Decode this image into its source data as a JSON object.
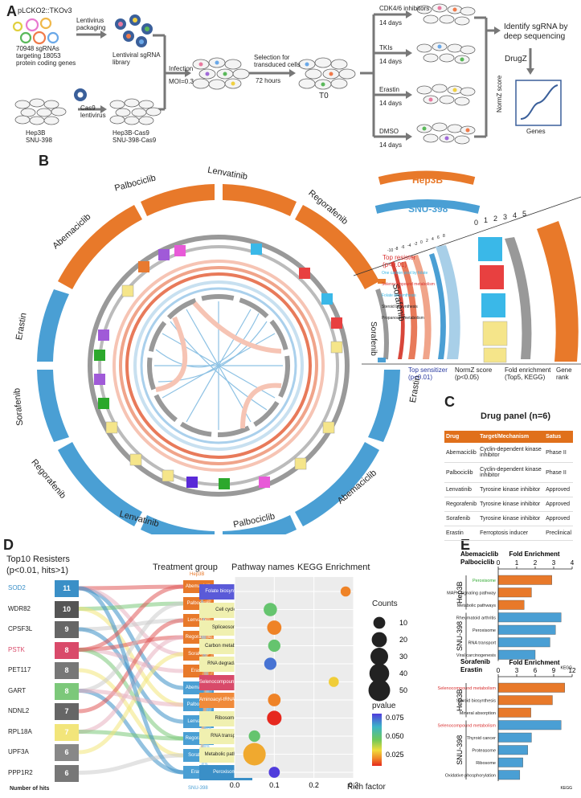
{
  "panel_labels": {
    "a": "A",
    "b": "B",
    "c": "C",
    "d": "D",
    "e": "E"
  },
  "panel_a": {
    "vector": "pLCKO2::TKOv3",
    "library_desc": [
      "70948 sgRNAs",
      "targeting 18053",
      "protein coding genes"
    ],
    "lenti_packaging": [
      "Lentivirus",
      "packaging"
    ],
    "lenti_library": [
      "Lentiviral sgRNA",
      "library"
    ],
    "cells": [
      "Hep3B",
      "SNU-398"
    ],
    "cas9_lenti": [
      "Cas9",
      "lentivirus"
    ],
    "cas9_cells": [
      "Hep3B-Cas9",
      "SNU-398-Cas9"
    ],
    "infection": "Infection",
    "moi": "MOI=0.3",
    "selection": [
      "Selection for",
      "transduced cells"
    ],
    "hours": "72 hours",
    "t0": "T0",
    "treatments": [
      "CDK4/6 inhibitors",
      "TKIs",
      "Erastin",
      "DMSO"
    ],
    "days": "14 days",
    "identify": [
      "Identify sgRNA by",
      "deep sequencing"
    ],
    "drugz": "DrugZ",
    "normz_axis": "NormZ score",
    "genes_axis": "Genes"
  },
  "panel_b": {
    "legend_hep3b": "Hep3B",
    "legend_snu": "SNU-398",
    "top_resister": [
      "Top resister",
      "(p<0.01)"
    ],
    "top_sensitizer": [
      "Top sensitizer",
      "(p<0.01)"
    ],
    "normz": [
      "NormZ score",
      "(p<0.05)"
    ],
    "fold_enrichment": [
      "Fold enrichment",
      "(Top5, KEGG)"
    ],
    "gene_rank": [
      "Gene",
      "rank"
    ],
    "drug_segments_top": [
      "Abemaciclib",
      "Palbociclib",
      "Lenvatinib",
      "Regorafenib",
      "Sorafenib",
      "Erastin"
    ],
    "drug_segments_bottom": [
      "Erastin",
      "Sorafenib",
      "Regorafenib",
      "Lenvatinib",
      "Palbociclib",
      "Abemaciclib"
    ],
    "fold_ticks": [
      "0",
      "1",
      "2",
      "3",
      "4",
      "5"
    ],
    "normz_ticks": [
      "-10",
      "-8",
      "-6",
      "-4",
      "-2",
      "0",
      "2",
      "4",
      "6",
      "8"
    ],
    "sorafenib_pathways": [
      "One carbon pool by folate",
      "Selenocompound metabolism",
      "Folate biosynthesis",
      "Steroid biosynthesis",
      "Propanoate metabolism"
    ]
  },
  "panel_c": {
    "title": "Drug panel (n=6)",
    "headers": [
      "Drug",
      "Target/Mechanism",
      "Satus"
    ],
    "rows": [
      [
        "Abemaciclib",
        "Cyclin-dependent kinase inhibitor",
        "Phase II"
      ],
      [
        "Palbociclib",
        "Cyclin-dependent kinase inhibitor",
        "Phase II"
      ],
      [
        "Lenvatinib",
        "Tyrosine kinase inhibitor",
        "Approved"
      ],
      [
        "Regorafenib",
        "Tyrosine kinase inhibitor",
        "Approved"
      ],
      [
        "Sorafenib",
        "Tyrosine kinase inhibitor",
        "Approved"
      ],
      [
        "Erastin",
        "Ferroptosis inducer",
        "Preclinical"
      ]
    ]
  },
  "panel_d": {
    "resisters_title": [
      "Top10 Resisters",
      "(p<0.01, hits>1)"
    ],
    "resisters": [
      {
        "gene": "SOD2",
        "hits": "11",
        "color": "#3a8fc7",
        "text_color": "#3a8fc7"
      },
      {
        "gene": "WDR82",
        "hits": "10",
        "color": "#555555",
        "text_color": "#222222"
      },
      {
        "gene": "CPSF3L",
        "hits": "9",
        "color": "#666666",
        "text_color": "#222222"
      },
      {
        "gene": "PSTK",
        "hits": "8",
        "color": "#d94a6a",
        "text_color": "#d94a6a"
      },
      {
        "gene": "PET117",
        "hits": "8",
        "color": "#777777",
        "text_color": "#222222"
      },
      {
        "gene": "GART",
        "hits": "8",
        "color": "#7cc87a",
        "text_color": "#222222"
      },
      {
        "gene": "NDNL2",
        "hits": "7",
        "color": "#666666",
        "text_color": "#222222"
      },
      {
        "gene": "RPL18A",
        "hits": "7",
        "color": "#f2e57a",
        "text_color": "#222222"
      },
      {
        "gene": "UPF3A",
        "hits": "6",
        "color": "#888888",
        "text_color": "#222222"
      },
      {
        "gene": "PPP1R2",
        "hits": "6",
        "color": "#777777",
        "text_color": "#222222"
      }
    ],
    "number_of_hits": "Number of hits",
    "treatment_group_title": "Treatment group",
    "hep3b_label": "Hep3B",
    "snu_label": "SNU-398",
    "treatment_groups": [
      "Abemaciclib",
      "Palbociclib",
      "Lenvatinib",
      "Regorafenib",
      "Sorafenib",
      "Erastin",
      "Abemaciclib",
      "Palbociclib",
      "Lenvatinib",
      "Regorafenib",
      "Sorafenib",
      "Erastin"
    ],
    "pathway_title": "Pathway names",
    "kegg_title": "KEGG Enrichment",
    "counts_title": "Counts",
    "pvalue_title": "pvalue",
    "rich_factor": "Rich factor"
  },
  "chart_data": [
    {
      "type": "scatter",
      "title": "KEGG Enrichment",
      "xlabel": "Rich factor",
      "ylabel": "",
      "xlim": [
        0.0,
        0.3
      ],
      "xticks": [
        "0.0",
        "0.1",
        "0.2",
        "0.3"
      ],
      "categories": [
        "Folate biosynthesis",
        "Cell cycle",
        "Spliceosome",
        "Carbon metabolism",
        "RNA degradation",
        "Selenocompound metabolism",
        "Aminoacyl-tRNA biosynthesis",
        "Ribosome",
        "RNA transport",
        "Metabolic pathways",
        "Peroxisome"
      ],
      "points": [
        {
          "pathway": "Folate biosynthesis",
          "rich_factor": 0.28,
          "count": 6,
          "pvalue": 0.03
        },
        {
          "pathway": "Cell cycle",
          "rich_factor": 0.09,
          "count": 14,
          "pvalue": 0.055
        },
        {
          "pathway": "Spliceosome",
          "rich_factor": 0.1,
          "count": 17,
          "pvalue": 0.03
        },
        {
          "pathway": "Carbon metabolism",
          "rich_factor": 0.1,
          "count": 11,
          "pvalue": 0.055
        },
        {
          "pathway": "RNA degradation",
          "rich_factor": 0.09,
          "count": 11,
          "pvalue": 0.07
        },
        {
          "pathway": "Selenocompound metabolism",
          "rich_factor": 0.25,
          "count": 6,
          "pvalue": 0.04
        },
        {
          "pathway": "Aminoacyl-tRNA biosynthesis",
          "rich_factor": 0.1,
          "count": 12,
          "pvalue": 0.03
        },
        {
          "pathway": "Ribosome",
          "rich_factor": 0.1,
          "count": 18,
          "pvalue": 0.02
        },
        {
          "pathway": "RNA transport",
          "rich_factor": 0.05,
          "count": 9,
          "pvalue": 0.055
        },
        {
          "pathway": "Metabolic pathways",
          "rich_factor": 0.05,
          "count": 55,
          "pvalue": 0.035
        },
        {
          "pathway": "Peroxisome",
          "rich_factor": 0.1,
          "count": 8,
          "pvalue": 0.075
        }
      ],
      "size_legend": [
        "10",
        "20",
        "30",
        "40",
        "50"
      ],
      "color_legend": [
        "0.075",
        "0.050",
        "0.025"
      ]
    },
    {
      "type": "bar",
      "title": "Fold Enrichment",
      "group_title": [
        "Abemaciclib",
        "Palbociclib"
      ],
      "xlim": [
        0,
        4
      ],
      "xticks": [
        "0",
        "1",
        "2",
        "3",
        "4"
      ],
      "groups": [
        "Hep3B",
        "SNU-398"
      ],
      "categories": [
        "Peroxisome",
        "MAPK signaling pathway",
        "Metabolic pathways",
        "Rheumatoid arthritis",
        "Peroxisome",
        "RNA transport",
        "Viral carcinogenesis"
      ],
      "category_group": [
        "Hep3B",
        "Hep3B",
        "Hep3B",
        "SNU-398",
        "SNU-398",
        "SNU-398",
        "SNU-398"
      ],
      "values": [
        2.9,
        1.8,
        1.4,
        3.4,
        3.1,
        2.8,
        2.0
      ],
      "highlight": [
        0
      ],
      "note": "KEGG"
    },
    {
      "type": "bar",
      "title": "Fold Enrichment",
      "group_title": [
        "Sorafenib",
        "Erastin"
      ],
      "xlim": [
        0,
        12
      ],
      "xticks": [
        "0",
        "3",
        "6",
        "9",
        "12"
      ],
      "groups": [
        "Hep3B",
        "SNU-398"
      ],
      "categories": [
        "Selenocompound metabolism",
        "Steroid biosynthesis",
        "Mineral absorption",
        "Selenocompound metabolism",
        "Thyroid cancer",
        "Proteasome",
        "Ribosome",
        "Oxidative phosphorylation"
      ],
      "category_group": [
        "Hep3B",
        "Hep3B",
        "Hep3B",
        "SNU-398",
        "SNU-398",
        "SNU-398",
        "SNU-398",
        "SNU-398"
      ],
      "values": [
        10.8,
        8.8,
        5.3,
        10.2,
        5.4,
        4.8,
        4.0,
        3.5
      ],
      "highlight": [
        0,
        3
      ],
      "note": "KEGG"
    }
  ],
  "colors": {
    "orange": "#e8792a",
    "blue": "#4a9fd4",
    "grey": "#888888",
    "red_highlight": "#d93030",
    "green_highlight": "#2fa82f"
  }
}
